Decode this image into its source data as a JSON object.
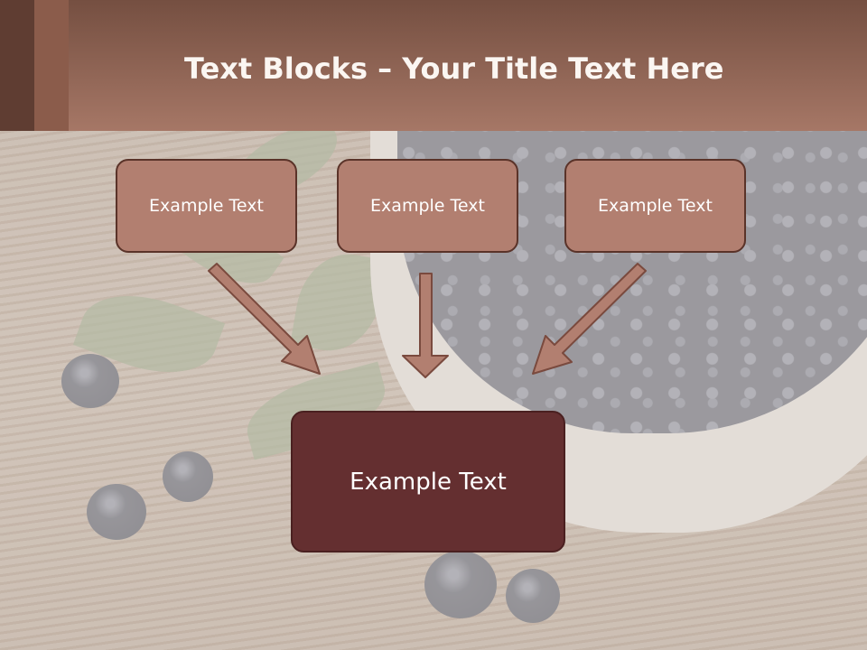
{
  "slide": {
    "title_bold": "Text Blocks",
    "title_sep": " – ",
    "title_rest": "Your Title Text Here"
  },
  "blocks": [
    {
      "text": "Example Text"
    },
    {
      "text": "Example Text"
    },
    {
      "text": "Example Text"
    }
  ],
  "result_block": {
    "text": "Example Text"
  },
  "colors": {
    "header_top": "#754f41",
    "header_bottom": "#a67766",
    "block_fill": "#b27f70",
    "block_border": "#5a3329",
    "result_fill": "#642f30",
    "arrow_fill": "#b27f70"
  }
}
